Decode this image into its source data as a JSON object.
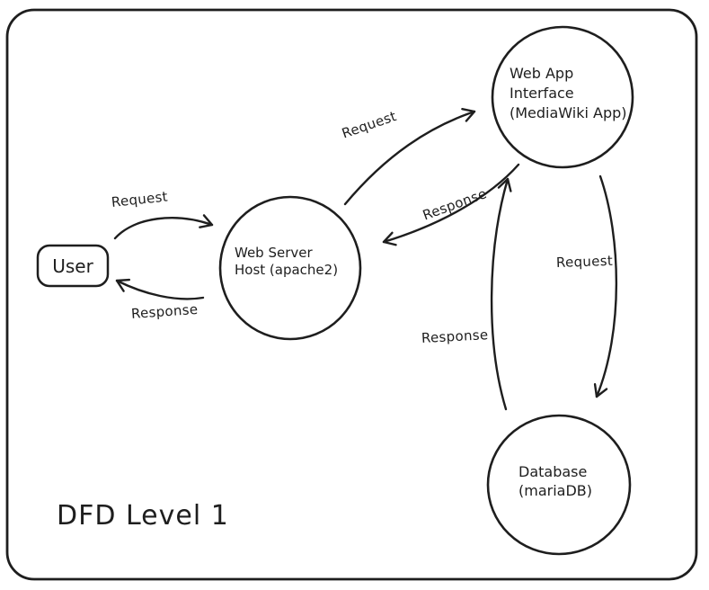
{
  "title": "DFD Level 1",
  "colors": {
    "stroke": "#1e1e1e",
    "background": "#ffffff"
  },
  "nodes": {
    "user": {
      "label": "User"
    },
    "web_server": {
      "lines": [
        "Web Server",
        "Host (apache2)"
      ]
    },
    "web_app": {
      "lines": [
        "Web App",
        "Interface",
        "(MediaWiki App)"
      ]
    },
    "database": {
      "lines": [
        "Database",
        "(mariaDB)"
      ]
    }
  },
  "edges": {
    "user_to_webserver": {
      "label": "Request"
    },
    "webserver_to_user": {
      "label": "Response"
    },
    "webserver_to_webapp": {
      "label": "Request"
    },
    "webapp_to_webserver": {
      "label": "Response"
    },
    "webapp_to_database": {
      "label": "Request"
    },
    "database_to_webapp": {
      "label": "Response"
    }
  }
}
